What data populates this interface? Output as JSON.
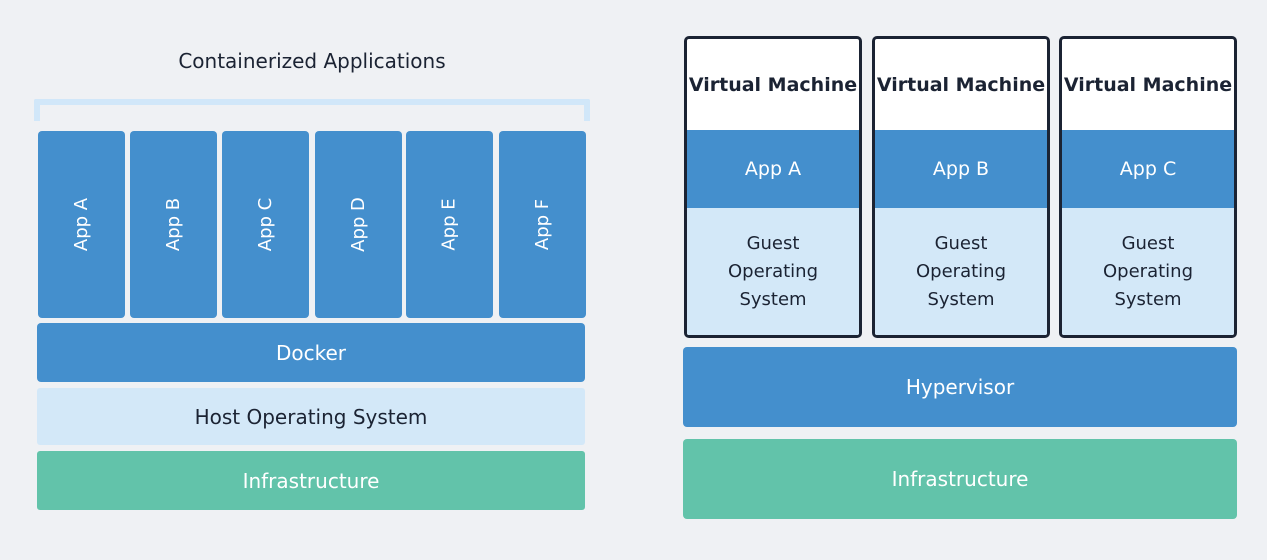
{
  "colors": {
    "background": "#eff1f4",
    "app_blue": "#448fcd",
    "light_blue": "#d3e8f8",
    "infrastructure_green": "#62c3aa",
    "dark_text": "#1b2333"
  },
  "containerized": {
    "title": "Containerized Applications",
    "apps": [
      "App A",
      "App B",
      "App C",
      "App D",
      "App E",
      "App F"
    ],
    "docker": "Docker",
    "host_os": "Host Operating System",
    "infrastructure": "Infrastructure"
  },
  "virtual_machines": {
    "vms": [
      {
        "title": "Virtual Machine",
        "app": "App A",
        "guest_os": "Guest Operating System"
      },
      {
        "title": "Virtual Machine",
        "app": "App B",
        "guest_os": "Guest Operating System"
      },
      {
        "title": "Virtual Machine",
        "app": "App C",
        "guest_os": "Guest Operating System"
      }
    ],
    "hypervisor": "Hypervisor",
    "infrastructure": "Infrastructure"
  }
}
